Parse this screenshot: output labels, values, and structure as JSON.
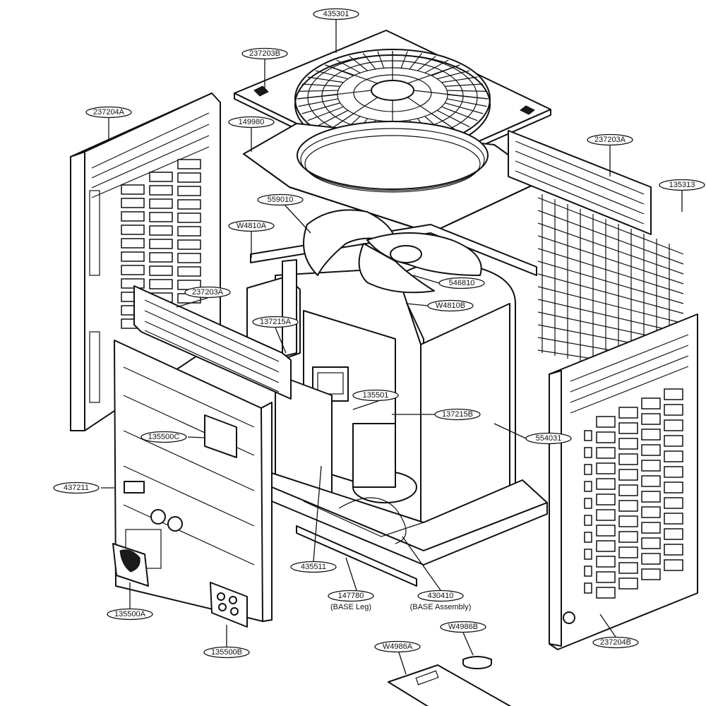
{
  "labels": {
    "p435301": "435301",
    "p237203B": "237203B",
    "p237204A": "237204A",
    "p149980": "149980",
    "p237203A_right": "237203A",
    "p135313": "135313",
    "p559010": "559010",
    "pW4810A": "W4810A",
    "p546810": "546810",
    "p237203A_front": "237203A",
    "pW4810B": "W4810B",
    "p137215A": "137215A",
    "p135501": "135501",
    "p137215B": "137215B",
    "p554031": "554031",
    "p135500C": "135500C",
    "p437211": "437211",
    "p435511": "435511",
    "p147780": "147780",
    "p147780_sub": "(BASE Leg)",
    "p430410": "430410",
    "p430410_sub": "(BASE Assembly)",
    "pW4986B": "W4986B",
    "p135500A": "135500A",
    "pW4986A": "W4986A",
    "p237204B": "237204B",
    "p135500B": "135500B"
  }
}
